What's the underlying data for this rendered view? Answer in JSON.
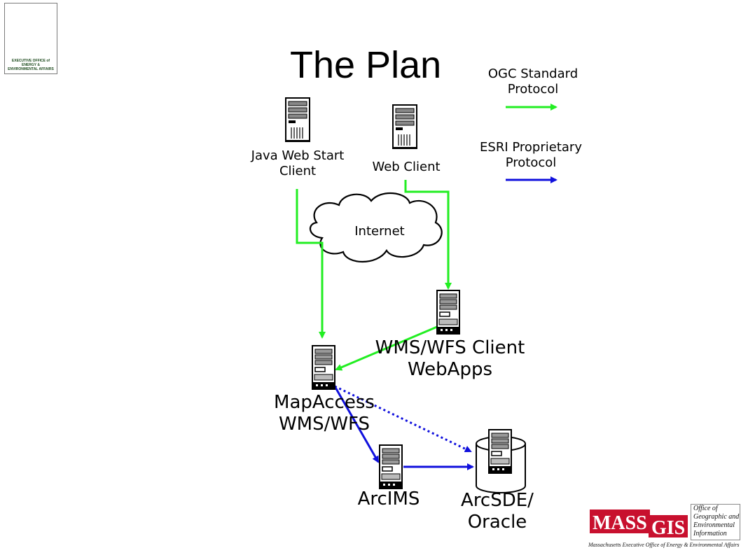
{
  "title": "The Plan",
  "legend": {
    "ogc": {
      "label": "OGC Standard Protocol",
      "color": "#22ee22"
    },
    "esri": {
      "label": "ESRI Proprietary Protocol",
      "color": "#1010dd"
    }
  },
  "nodes": {
    "java_client": {
      "label": "Java Web Start Client",
      "icon": "server-icon"
    },
    "web_client": {
      "label": "Web Client",
      "icon": "server-icon"
    },
    "internet": {
      "label": "Internet",
      "icon": "cloud-icon"
    },
    "wms_webapps": {
      "label": "WMS/WFS Client WebApps",
      "icon": "server-icon"
    },
    "mapaccess": {
      "label": "MapAccess WMS/WFS",
      "icon": "server-icon"
    },
    "arcims": {
      "label": "ArcIMS",
      "icon": "server-icon"
    },
    "arcsde": {
      "label": "ArcSDE/ Oracle",
      "icon": "database-server-icon"
    }
  },
  "edges": [
    {
      "from": "java_client",
      "to": "mapaccess",
      "protocol": "ogc"
    },
    {
      "from": "web_client",
      "to": "wms_webapps",
      "protocol": "ogc"
    },
    {
      "from": "wms_webapps",
      "to": "mapaccess",
      "protocol": "ogc"
    },
    {
      "from": "mapaccess",
      "to": "arcims",
      "protocol": "esri"
    },
    {
      "from": "arcims",
      "to": "arcsde",
      "protocol": "esri"
    },
    {
      "from": "mapaccess",
      "to": "arcsde",
      "protocol": "esri",
      "style": "dotted"
    }
  ],
  "logos": {
    "eoeea": {
      "text": "EXECUTIVE OFFICE of ENERGY & ENVIRONMENTAL AFFAIRS"
    },
    "massgis": {
      "mass": "MASS",
      "gis": "GIS",
      "office": [
        "Office of",
        "Geographic and",
        "Environmental",
        "Information"
      ],
      "tagline": "Massachusetts Executive Office of Energy & Environmental Affairs"
    }
  }
}
